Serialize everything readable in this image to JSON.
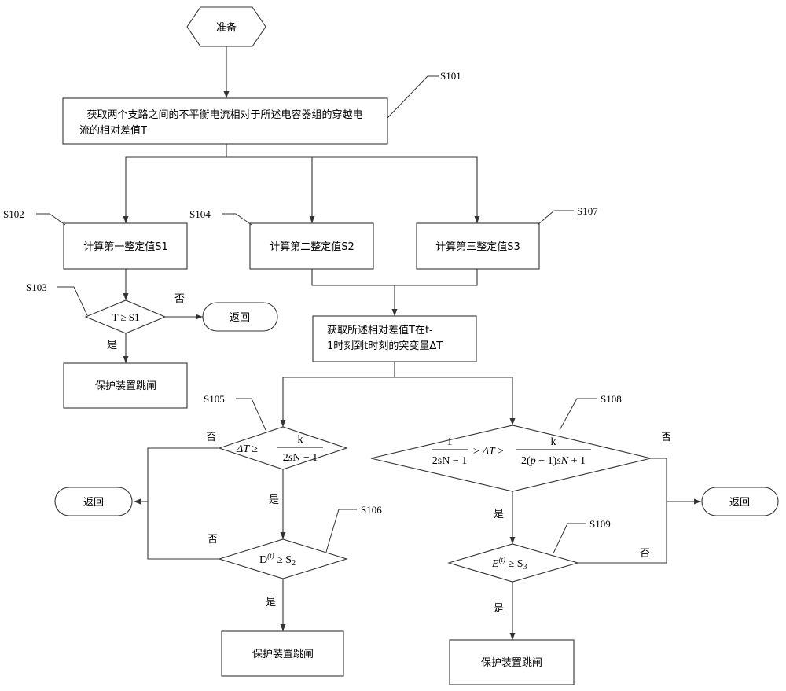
{
  "nodes": {
    "start": "准备",
    "s101": [
      "获取两个支路之间的不平衡电流相对于所述电容器组的穿越电",
      "流的相对差值T"
    ],
    "s102": "计算第一整定值S1",
    "s104": "计算第二整定值S2",
    "s107": "计算第三整定值S3",
    "s103": "T ≥ S1",
    "return_1": "返回",
    "trip_1": "保护装置跳闸",
    "delta": [
      "获取所述相对差值T在t-",
      "1时刻到t时刻的突变量ΔT"
    ],
    "s105": {
      "lhs": "ΔT ≥",
      "num": "k",
      "den_a": "2",
      "den_b": "s",
      "den_c": "N − 1"
    },
    "s108": {
      "f1_num": "1",
      "f1_den": "2sN − 1",
      "mid": "> ΔT ≥",
      "num": "k",
      "den_a": "2(",
      "den_b": "p",
      "den_c": " − 1)",
      "den_d": "sN",
      "den_e": " + 1"
    },
    "s106": {
      "base": "D",
      "sup": "(t)",
      "rhs": " ≥ S",
      "sub": "2"
    },
    "s109": {
      "base": "E",
      "sup": "(t)",
      "rhs": " ≥ S",
      "sub": "3"
    },
    "return_2": "返回",
    "return_3": "返回",
    "trip_2": "保护装置跳闸",
    "trip_3": "保护装置跳闸"
  },
  "step_labels": {
    "s101": "S101",
    "s102": "S102",
    "s103": "S103",
    "s104": "S104",
    "s105": "S105",
    "s106": "S106",
    "s107": "S107",
    "s108": "S108",
    "s109": "S109"
  },
  "edge_labels": {
    "s103_no": "否",
    "s103_yes": "是",
    "s105_no": "否",
    "s105_yes": "是",
    "s106_no": "否",
    "s106_yes": "是",
    "s108_no": "否",
    "s108_yes": "是",
    "s109_no": "否",
    "s109_yes": "是"
  }
}
